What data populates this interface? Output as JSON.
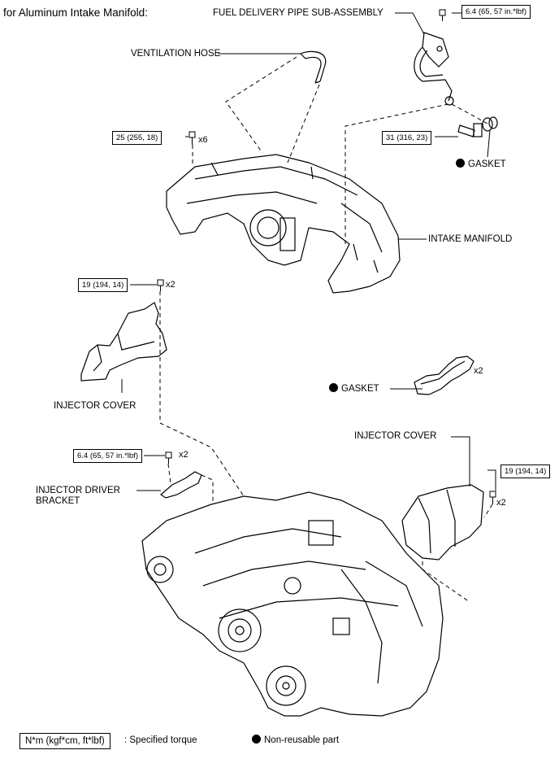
{
  "title": "for Aluminum Intake Manifold:",
  "labels": {
    "fuel_delivery_pipe": "FUEL DELIVERY PIPE SUB-ASSEMBLY",
    "ventilation_hose": "VENTILATION HOSE",
    "gasket_1": "GASKET",
    "intake_manifold": "INTAKE MANIFOLD",
    "injector_cover_left": "INJECTOR COVER",
    "gasket_2": "GASKET",
    "injector_cover_right": "INJECTOR COVER",
    "injector_driver_bracket_line1": "INJECTOR DRIVER",
    "injector_driver_bracket_line2": "BRACKET"
  },
  "torques": {
    "fuel_pipe_bolt": "6.4 (65, 57 in.*lbf)",
    "manifold_bolts": "25 (255, 18)",
    "union_bolt": "31 (316, 23)",
    "injector_cover_left_bolts": "19 (194, 14)",
    "bracket_bolts": "6.4 (65, 57 in.*lbf)",
    "injector_cover_right_bolts": "19 (194, 14)"
  },
  "multipliers": {
    "manifold_bolts": "x6",
    "injector_cover_left": "x2",
    "gasket_2": "x2",
    "bracket_bolts": "x2",
    "injector_cover_right": "x2"
  },
  "legend": {
    "torque_box": "N*m (kgf*cm, ft*lbf)",
    "torque_desc": ": Specified torque",
    "nonreusable_desc": "Non-reusable part"
  },
  "icons": {
    "nonreusable": "filled-circle-icon",
    "bolt": "bolt-icon"
  }
}
